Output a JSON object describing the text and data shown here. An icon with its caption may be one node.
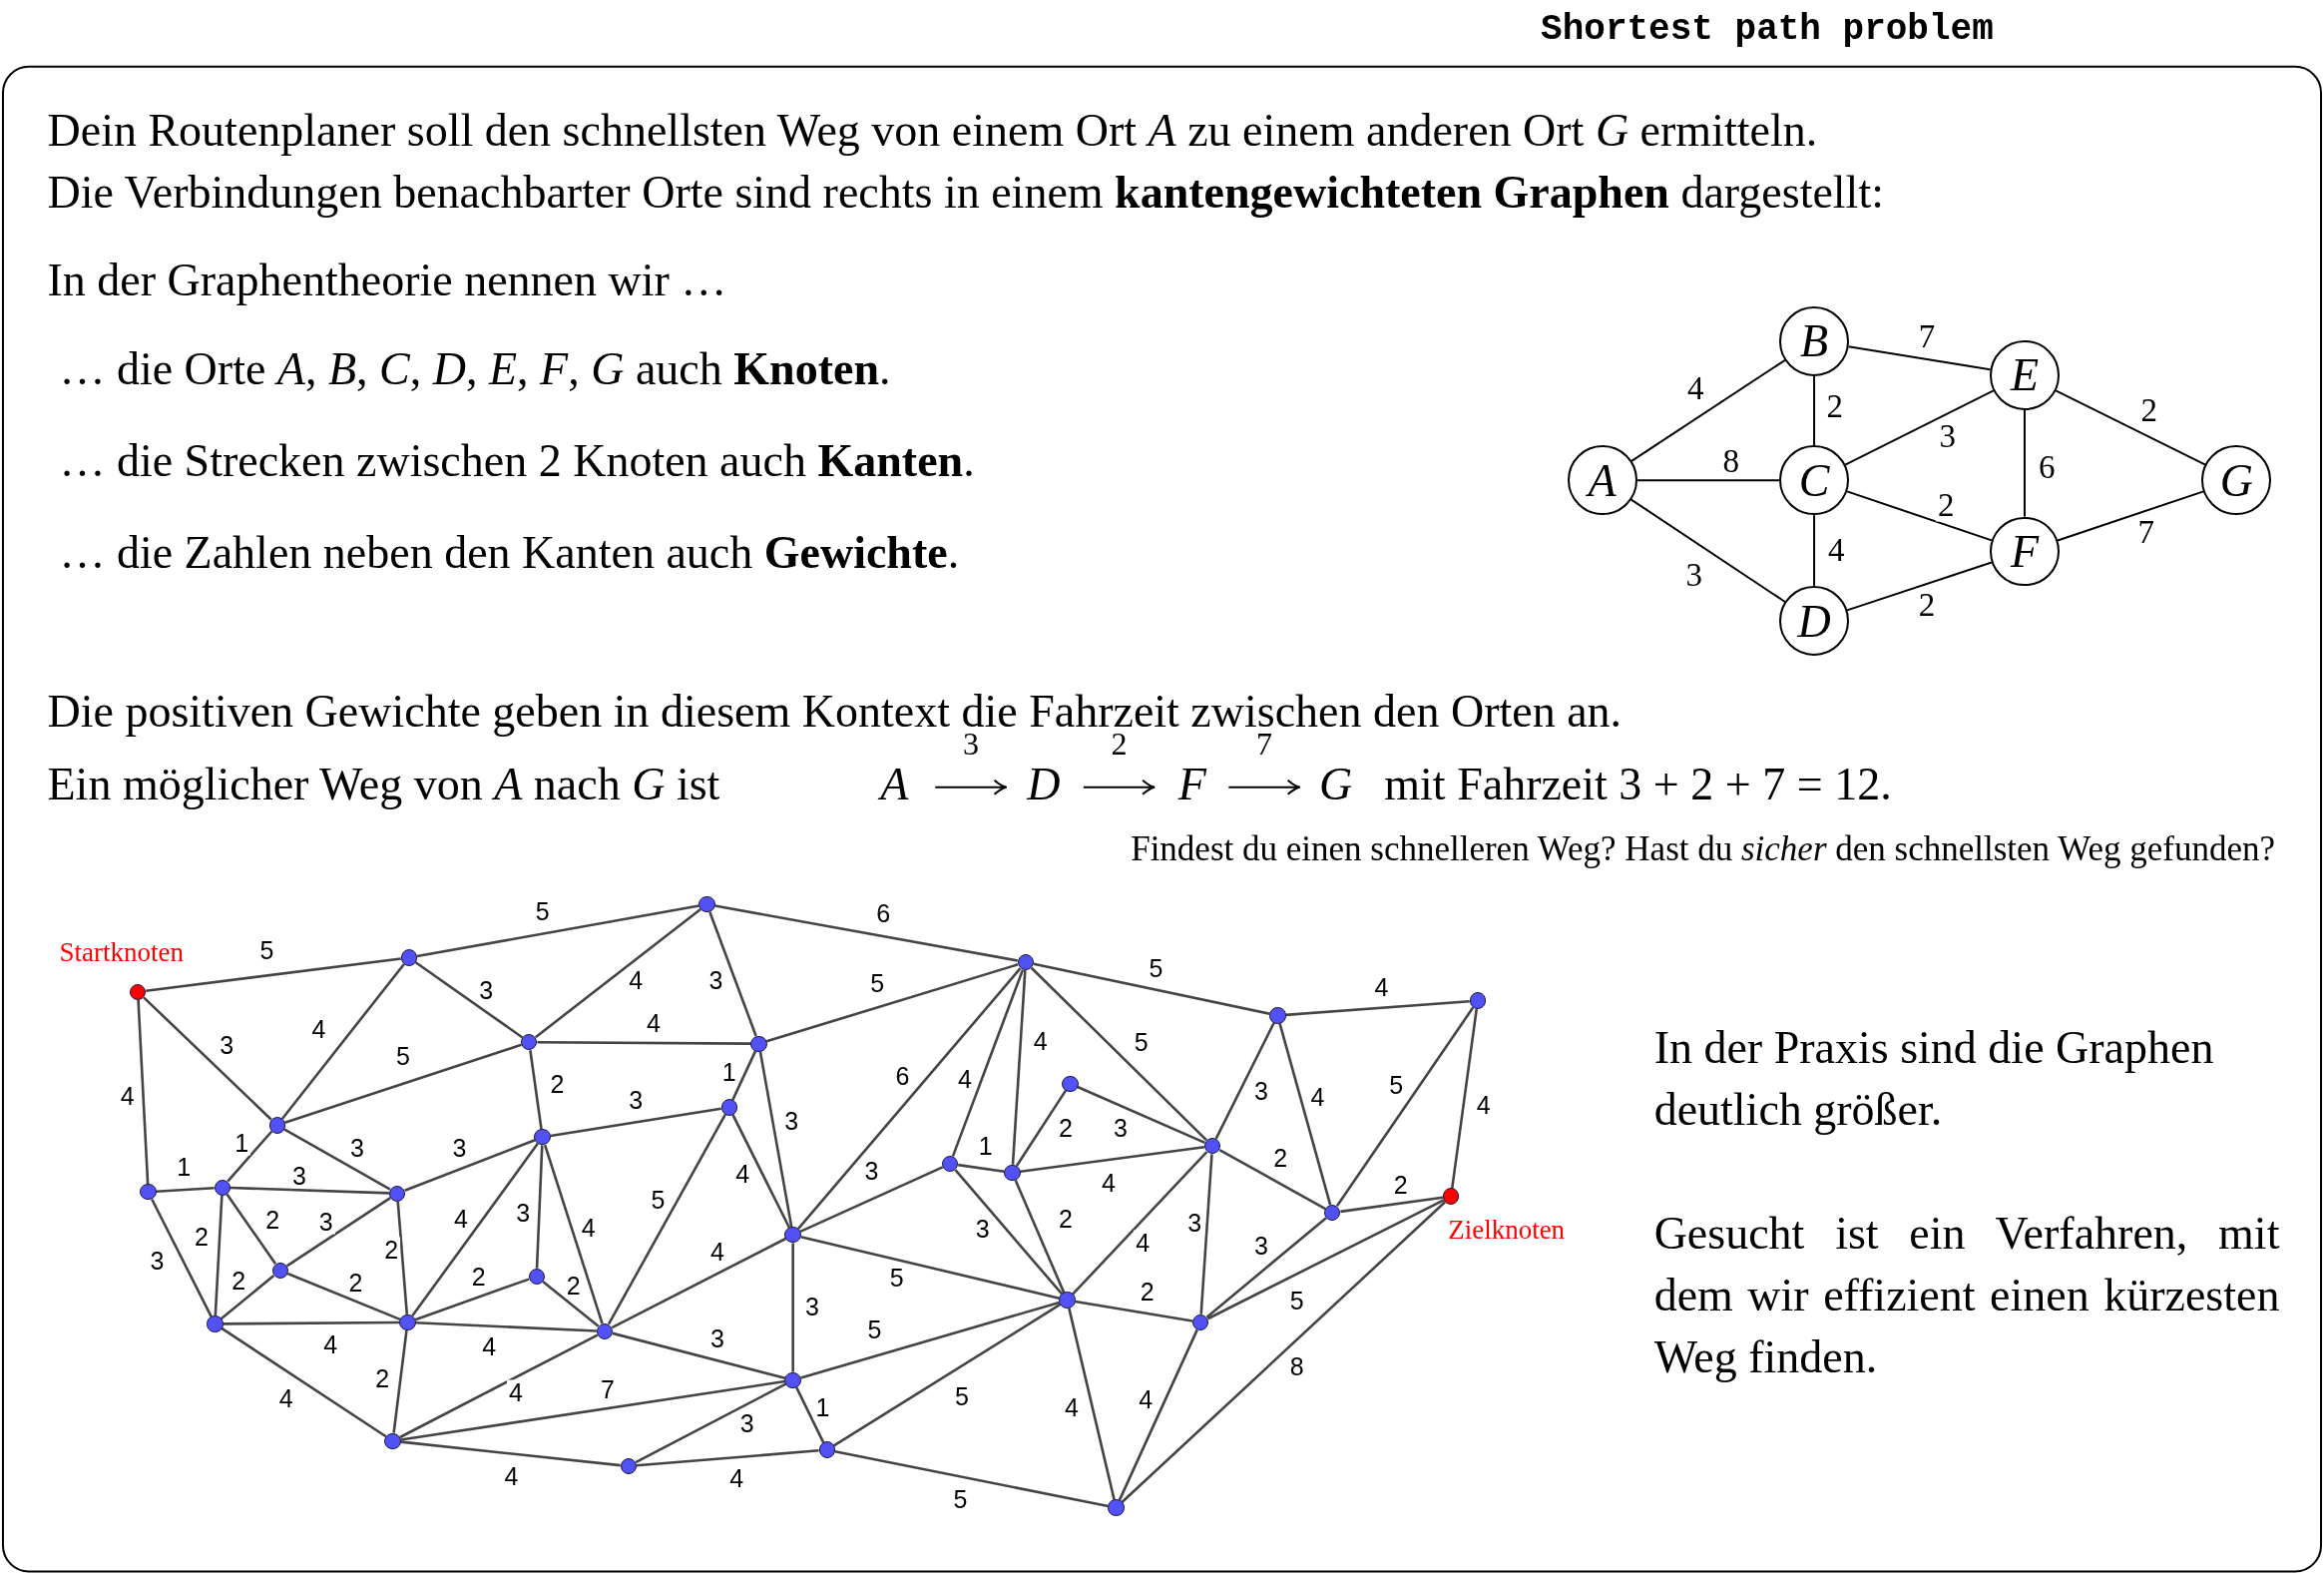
{
  "diagram": {
    "title": "Shortest path problem",
    "nodes": [
      {
        "text": [
          "A"
        ]
      },
      {
        "text": [
          "B"
        ]
      },
      {
        "text": [
          "C"
        ]
      },
      {
        "text": [
          "D"
        ]
      },
      {
        "text": [
          "E"
        ]
      },
      {
        "text": [
          "F"
        ]
      },
      {
        "text": [
          "G"
        ]
      },
      {
        "text": [],
        "shape": "circle",
        "beside": [
          "Startknoten"
        ]
      },
      {
        "text": [],
        "shape": "circle"
      },
      {
        "text": [],
        "shape": "circle"
      },
      {
        "text": [],
        "shape": "circle"
      },
      {
        "text": [],
        "shape": "circle"
      },
      {
        "text": [],
        "shape": "circle"
      },
      {
        "text": [],
        "shape": "circle"
      },
      {
        "text": [],
        "shape": "circle"
      },
      {
        "text": [],
        "shape": "circle"
      },
      {
        "text": [],
        "shape": "circle"
      },
      {
        "text": [],
        "shape": "circle"
      },
      {
        "text": [],
        "shape": "circle"
      },
      {
        "text": [],
        "shape": "circle"
      },
      {
        "text": [],
        "shape": "circle"
      },
      {
        "text": [],
        "shape": "circle"
      },
      {
        "text": [],
        "shape": "circle"
      },
      {
        "text": [],
        "shape": "circle"
      },
      {
        "text": [],
        "shape": "circle"
      },
      {
        "text": [],
        "shape": "circle",
        "beside": [
          "Zielknoten"
        ]
      },
      {
        "text": [],
        "shape": "circle"
      },
      {
        "text": [],
        "shape": "circle"
      },
      {
        "text": [],
        "shape": "circle"
      },
      {
        "text": [],
        "shape": "circle"
      },
      {
        "text": [],
        "shape": "circle"
      },
      {
        "text": [],
        "shape": "circle"
      },
      {
        "text": [],
        "shape": "circle"
      },
      {
        "text": [],
        "shape": "circle"
      },
      {
        "text": [],
        "shape": "circle"
      },
      {
        "text": [],
        "shape": "circle"
      },
      {
        "text": [],
        "shape": "circle"
      },
      {
        "text": [],
        "shape": "circle"
      },
      {
        "text": [],
        "shape": "circle"
      },
      {
        "text": [],
        "shape": "circle"
      }
    ],
    "edges": [
      {
        "from": 0,
        "to": 1,
        "arrow": "none",
        "label": "4"
      },
      {
        "from": 0,
        "to": 2,
        "arrow": "none",
        "label": "8"
      },
      {
        "from": 0,
        "to": 3,
        "arrow": "none",
        "label": "3"
      },
      {
        "from": 1,
        "to": 2,
        "arrow": "none",
        "label": "2"
      },
      {
        "from": 1,
        "to": 4,
        "arrow": "none",
        "label": "7"
      },
      {
        "from": 2,
        "to": 4,
        "arrow": "none",
        "label": "3"
      },
      {
        "from": 2,
        "to": 5,
        "arrow": "none",
        "label": "2"
      },
      {
        "from": 2,
        "to": 3,
        "arrow": "none",
        "label": "4"
      },
      {
        "from": 3,
        "to": 5,
        "arrow": "none",
        "label": "2"
      },
      {
        "from": 4,
        "to": 5,
        "arrow": "none",
        "label": "6"
      },
      {
        "from": 4,
        "to": 6,
        "arrow": "none",
        "label": "2"
      },
      {
        "from": 5,
        "to": 6,
        "arrow": "none",
        "label": "7"
      },
      {
        "from": 7,
        "to": 8,
        "arrow": "none",
        "label": "5"
      },
      {
        "from": 7,
        "to": 15,
        "arrow": "none",
        "label": "3"
      },
      {
        "from": 7,
        "to": 20,
        "arrow": "none",
        "label": "4"
      },
      {
        "from": 8,
        "to": 9,
        "arrow": "none",
        "label": "5"
      },
      {
        "from": 8,
        "to": 13,
        "arrow": "none",
        "label": "3"
      },
      {
        "from": 8,
        "to": 15,
        "arrow": "none",
        "label": "4"
      },
      {
        "from": 9,
        "to": 10,
        "arrow": "none",
        "label": "6"
      },
      {
        "from": 9,
        "to": 13,
        "arrow": "none",
        "label": "4"
      },
      {
        "from": 9,
        "to": 14,
        "arrow": "none",
        "label": "3"
      },
      {
        "from": 10,
        "to": 11,
        "arrow": "none",
        "label": "5"
      },
      {
        "from": 10,
        "to": 14,
        "arrow": "none",
        "label": "5"
      },
      {
        "from": 10,
        "to": 27,
        "arrow": "none",
        "label": "6"
      },
      {
        "from": 10,
        "to": 23,
        "arrow": "none",
        "label": "4"
      },
      {
        "from": 10,
        "to": 24,
        "arrow": "none",
        "label": "4"
      },
      {
        "from": 10,
        "to": 19,
        "arrow": "none",
        "label": "5"
      },
      {
        "from": 11,
        "to": 12,
        "arrow": "none",
        "label": "4"
      },
      {
        "from": 11,
        "to": 19,
        "arrow": "none",
        "label": "3"
      },
      {
        "from": 11,
        "to": 26,
        "arrow": "none",
        "label": "4"
      },
      {
        "from": 12,
        "to": 26,
        "arrow": "none",
        "label": "5"
      },
      {
        "from": 12,
        "to": 25,
        "arrow": "none",
        "label": "4"
      },
      {
        "from": 13,
        "to": 14,
        "arrow": "none",
        "label": "4"
      },
      {
        "from": 13,
        "to": 15,
        "arrow": "none",
        "label": "5"
      },
      {
        "from": 13,
        "to": 18,
        "arrow": "none",
        "label": "2"
      },
      {
        "from": 14,
        "to": 17,
        "arrow": "none",
        "label": "1"
      },
      {
        "from": 14,
        "to": 27,
        "arrow": "none",
        "label": "3"
      },
      {
        "from": 15,
        "to": 21,
        "arrow": "none",
        "label": "1"
      },
      {
        "from": 15,
        "to": 22,
        "arrow": "none",
        "label": "3"
      },
      {
        "from": 16,
        "to": 24,
        "arrow": "none",
        "label": "2"
      },
      {
        "from": 16,
        "to": 19,
        "arrow": "none",
        "label": "3"
      },
      {
        "from": 17,
        "to": 18,
        "arrow": "none",
        "label": "3"
      },
      {
        "from": 17,
        "to": 27,
        "arrow": "none",
        "label": "4"
      },
      {
        "from": 17,
        "to": 32,
        "arrow": "none",
        "label": "5"
      },
      {
        "from": 18,
        "to": 22,
        "arrow": "none",
        "label": "3"
      },
      {
        "from": 18,
        "to": 31,
        "arrow": "none",
        "label": "4"
      },
      {
        "from": 18,
        "to": 29,
        "arrow": "none",
        "label": "3"
      },
      {
        "from": 18,
        "to": 32,
        "arrow": "none",
        "label": "4"
      },
      {
        "from": 19,
        "to": 24,
        "arrow": "none",
        "label": "4"
      },
      {
        "from": 19,
        "to": 33,
        "arrow": "none",
        "label": "4"
      },
      {
        "from": 19,
        "to": 34,
        "arrow": "none",
        "label": "3"
      },
      {
        "from": 19,
        "to": 26,
        "arrow": "none",
        "label": "2"
      },
      {
        "from": 20,
        "to": 21,
        "arrow": "none",
        "label": "1"
      },
      {
        "from": 20,
        "to": 30,
        "arrow": "none",
        "label": "3"
      },
      {
        "from": 21,
        "to": 22,
        "arrow": "none",
        "label": "3"
      },
      {
        "from": 21,
        "to": 30,
        "arrow": "none",
        "label": "2"
      },
      {
        "from": 21,
        "to": 28,
        "arrow": "none",
        "label": "2"
      },
      {
        "from": 22,
        "to": 28,
        "arrow": "none",
        "label": "3"
      },
      {
        "from": 22,
        "to": 31,
        "arrow": "none",
        "label": "2"
      },
      {
        "from": 23,
        "to": 24,
        "arrow": "none",
        "label": "1"
      },
      {
        "from": 23,
        "to": 27,
        "arrow": "none",
        "label": "3"
      },
      {
        "from": 23,
        "to": 33,
        "arrow": "none",
        "label": "3"
      },
      {
        "from": 24,
        "to": 33,
        "arrow": "none",
        "label": "2"
      },
      {
        "from": 25,
        "to": 26,
        "arrow": "none",
        "label": "2"
      },
      {
        "from": 25,
        "to": 34,
        "arrow": "none",
        "label": "5"
      },
      {
        "from": 25,
        "to": 39,
        "arrow": "none",
        "label": "8"
      },
      {
        "from": 26,
        "to": 34,
        "arrow": "none",
        "label": "3"
      },
      {
        "from": 27,
        "to": 32,
        "arrow": "none",
        "label": "4"
      },
      {
        "from": 27,
        "to": 33,
        "arrow": "none",
        "label": "5"
      },
      {
        "from": 27,
        "to": 35,
        "arrow": "none",
        "label": "3"
      },
      {
        "from": 28,
        "to": 30,
        "arrow": "none",
        "label": "2"
      },
      {
        "from": 28,
        "to": 31,
        "arrow": "none",
        "label": "2"
      },
      {
        "from": 29,
        "to": 31,
        "arrow": "none",
        "label": "2"
      },
      {
        "from": 29,
        "to": 32,
        "arrow": "none",
        "label": "2"
      },
      {
        "from": 30,
        "to": 31,
        "arrow": "none",
        "label": "4"
      },
      {
        "from": 30,
        "to": 36,
        "arrow": "none",
        "label": "4"
      },
      {
        "from": 31,
        "to": 32,
        "arrow": "none",
        "label": "4"
      },
      {
        "from": 31,
        "to": 36,
        "arrow": "none",
        "label": "2"
      },
      {
        "from": 32,
        "to": 35,
        "arrow": "none",
        "label": "3"
      },
      {
        "from": 32,
        "to": 36,
        "arrow": "none",
        "label": "4"
      },
      {
        "from": 33,
        "to": 34,
        "arrow": "none",
        "label": "2"
      },
      {
        "from": 33,
        "to": 35,
        "arrow": "none",
        "label": "5"
      },
      {
        "from": 33,
        "to": 38,
        "arrow": "none",
        "label": "5"
      },
      {
        "from": 33,
        "to": 39,
        "arrow": "none",
        "label": "4"
      },
      {
        "from": 34,
        "to": 39,
        "arrow": "none",
        "label": "4"
      },
      {
        "from": 35,
        "to": 36,
        "arrow": "none",
        "label": "7"
      },
      {
        "from": 35,
        "to": 37,
        "arrow": "none",
        "label": "3"
      },
      {
        "from": 35,
        "to": 38,
        "arrow": "none",
        "label": "1"
      },
      {
        "from": 36,
        "to": 37,
        "arrow": "none",
        "label": "4"
      },
      {
        "from": 37,
        "to": 38,
        "arrow": "none",
        "label": "4"
      },
      {
        "from": 38,
        "to": 39,
        "arrow": "none",
        "label": "5"
      }
    ],
    "labels": [
      "Dein Routenplaner soll den schnellsten Weg von einem Ort *A* zu einem anderen Ort *G* ermitteln.",
      "Die Verbindungen benachbarter Orte sind rechts in einem **kantengewichteten Graphen** dargestellt:",
      "In der Graphentheorie nennen wir …",
      "…  die Orte *A*, *B*, *C*, *D*, *E*, *F*, *G* auch **Knoten**.",
      "…  die Strecken zwischen 2 Knoten auch **Kanten**.",
      "…  die Zahlen neben den Kanten auch **Gewichte**.",
      "Die positiven Gewichte geben in diesem Kontext die Fahrzeit zwischen den Orten an.",
      "Ein möglicher Weg von *A* nach *G* ist",
      "A",
      "3",
      "D",
      "2",
      "F",
      "7",
      "G",
      "mit Fahrzeit 3 + 2 + 7 = 12.",
      "Findest du einen schnelleren Weg? Hast du *sicher* den schnellsten Weg gefunden?",
      "In der Praxis sind die Graphen deutlich größer.",
      "Gesucht ist ein Verfahren, mit dem wir effizient einen kürzesten Weg finden."
    ]
  }
}
